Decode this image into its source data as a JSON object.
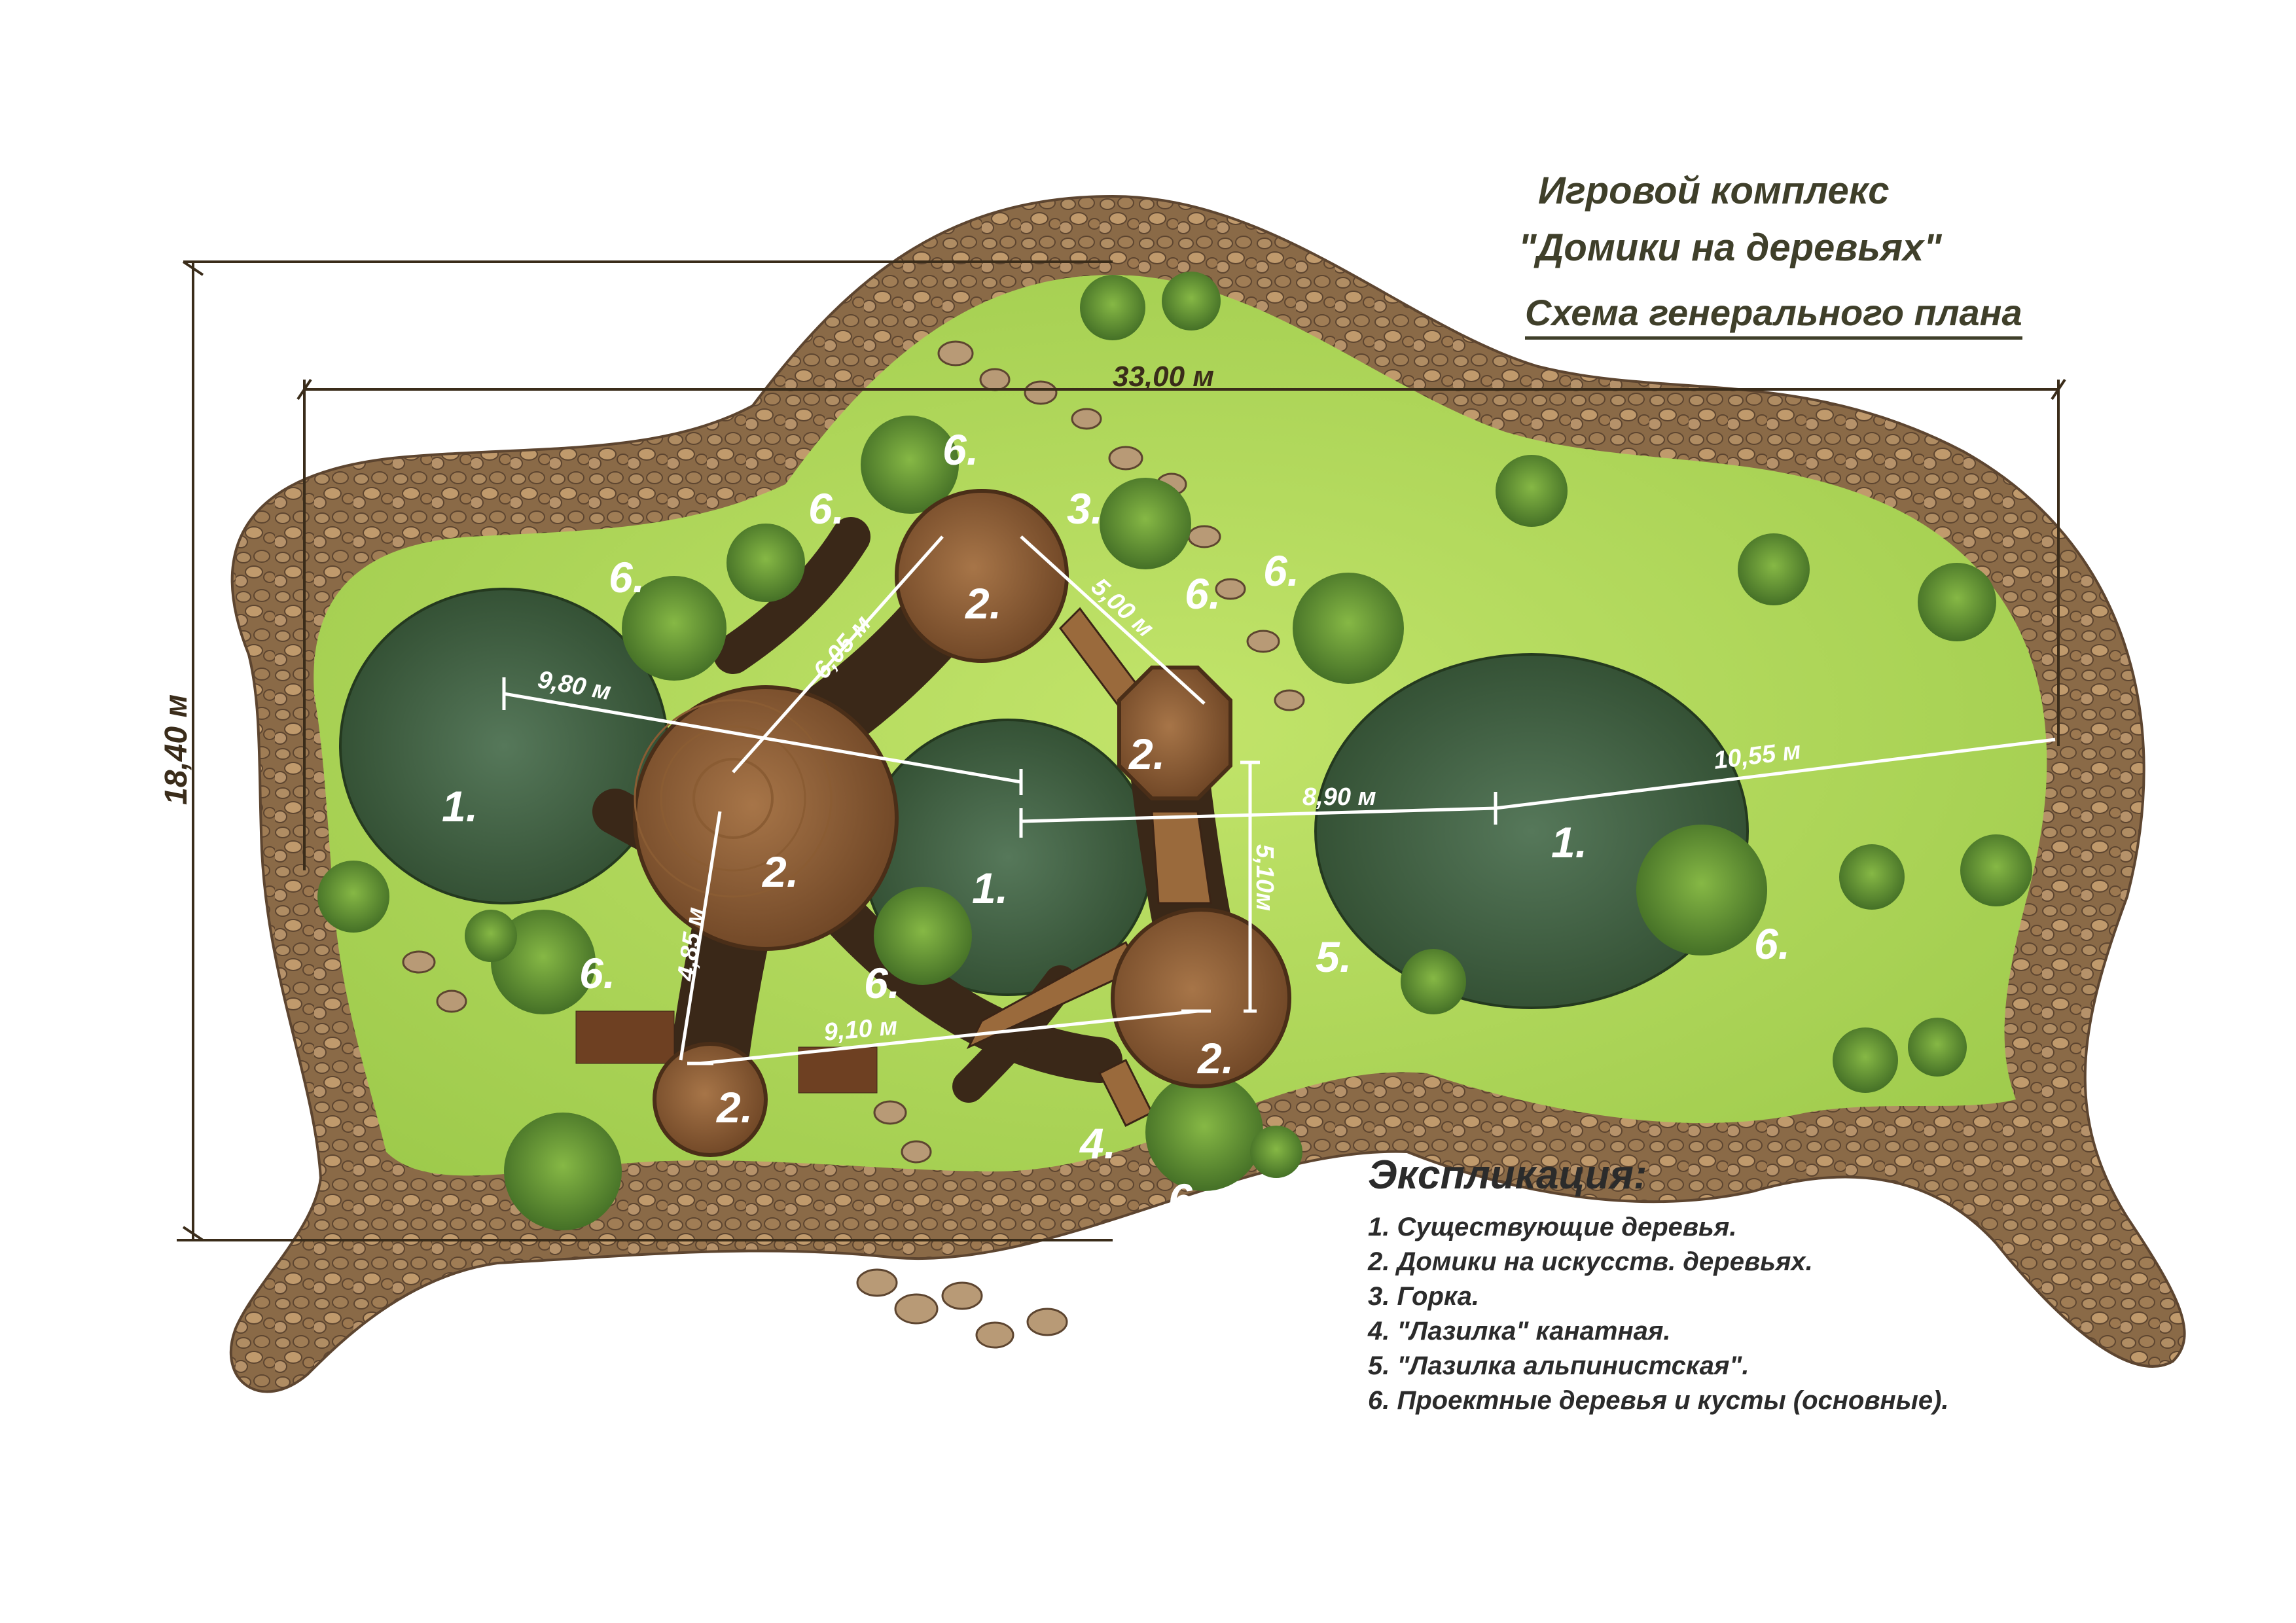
{
  "title": {
    "line1": "Игровой комплекс",
    "line2": "\"Домики на деревьях\"",
    "subtitle": "Схема генерального плана"
  },
  "dimensions": {
    "overall_width": "33,00 м",
    "overall_height": "18,40 м",
    "d_9_80": "9,80 м",
    "d_6_05": "6,05 м",
    "d_5_00": "5,00 м",
    "d_4_85": "4,85 м",
    "d_9_10": "9,10 м",
    "d_5_10": "5,10м",
    "d_8_90": "8,90 м",
    "d_10_55": "10,55 м"
  },
  "labels": {
    "tree_existing": "1.",
    "house": "2.",
    "slide": "3.",
    "rope_climber": "4.",
    "alpine_climber": "5.",
    "planting": "6."
  },
  "legend": {
    "title": "Экспликация:",
    "items": [
      "1. Существующие деревья.",
      "2. Домики на искусств. деревьях.",
      "3. Горка.",
      "4. \"Лазилка\" канатная.",
      "5. \"Лазилка альпинистская\".",
      "6. Проектные деревья и кусты (основные)."
    ]
  },
  "colors": {
    "gravel": "#8a6a47",
    "lawn": "#b3d95a",
    "house": "#7a4e2a",
    "trunk": "#4a3523",
    "foliage_dark": "#3c5a3a",
    "shrub": "#6a9a35",
    "dim_line": "#ffffff",
    "frame_line": "#3a2c1a"
  }
}
